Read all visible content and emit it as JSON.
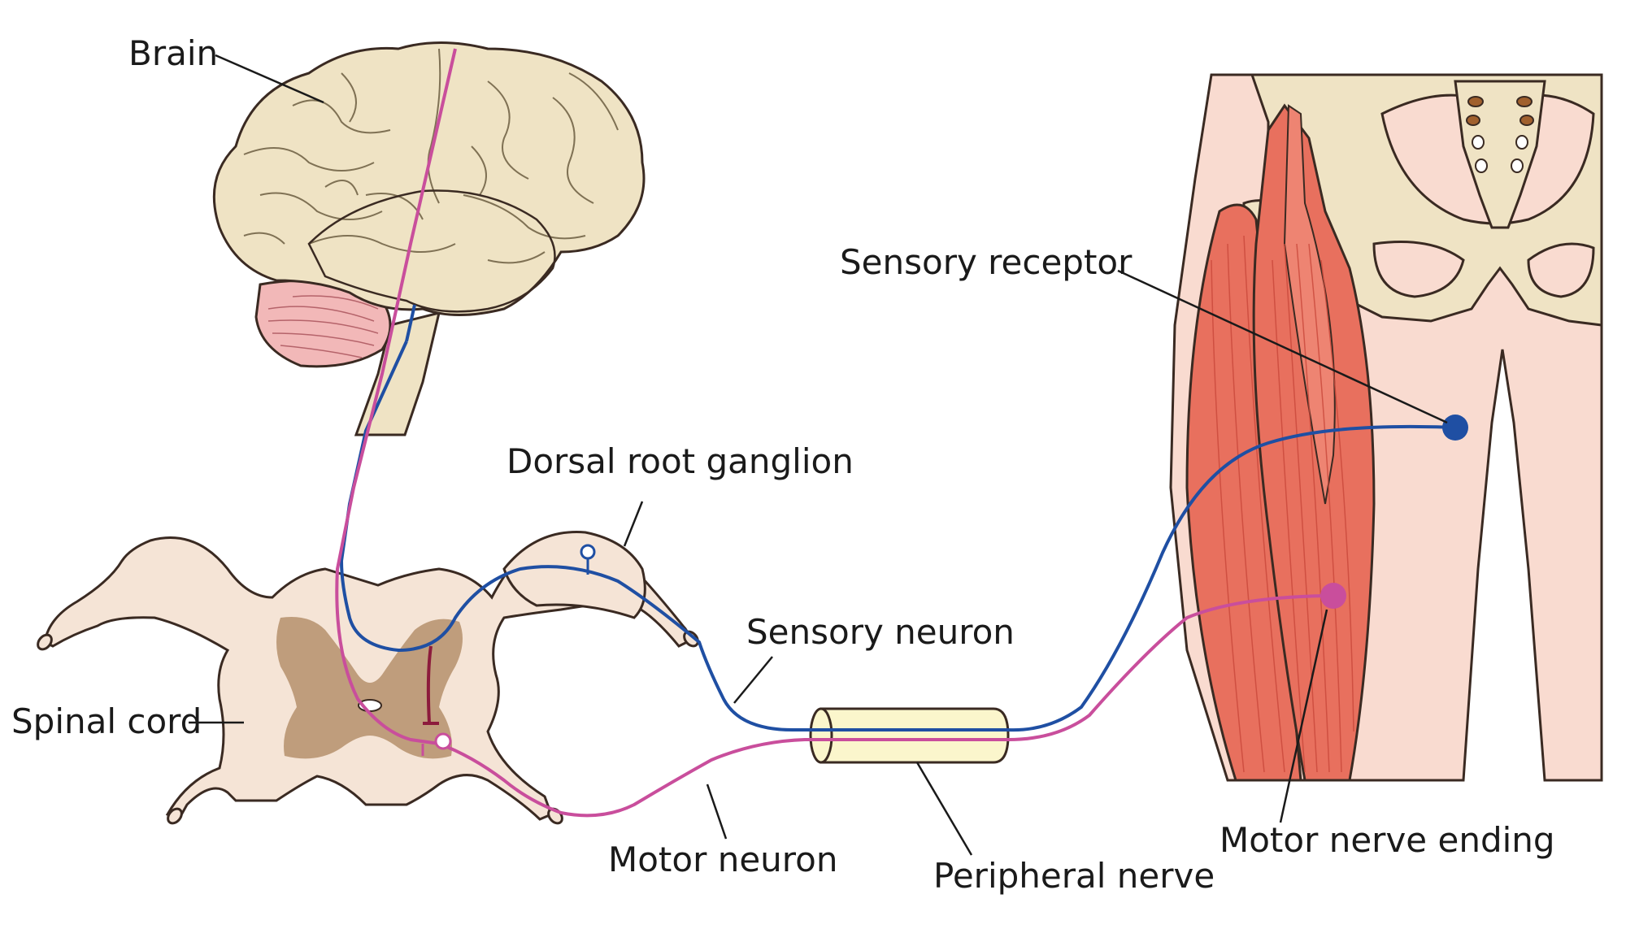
{
  "labels": {
    "brain": "Brain",
    "dorsal_root_ganglion": "Dorsal root ganglion",
    "sensory_receptor": "Sensory receptor",
    "sensory_neuron": "Sensory neuron",
    "spinal_cord": "Spinal cord",
    "motor_neuron": "Motor neuron",
    "peripheral_nerve": "Peripheral nerve",
    "motor_nerve_ending": "Motor nerve ending"
  },
  "colors": {
    "sensory_neuron": "#1f4fa3",
    "motor_neuron": "#c94e9c",
    "brain_fill": "#efe3c4",
    "brain_folds": "#7f7154",
    "cerebellum": "#f2b8b8",
    "spinal_cord_fill": "#f5e4d6",
    "grey_matter": "#bf9d7c",
    "nerve_sheath": "#fbf6cc",
    "muscle": "#e8705e",
    "skin": "#f9dbd0",
    "bone": "#efe3c4"
  }
}
